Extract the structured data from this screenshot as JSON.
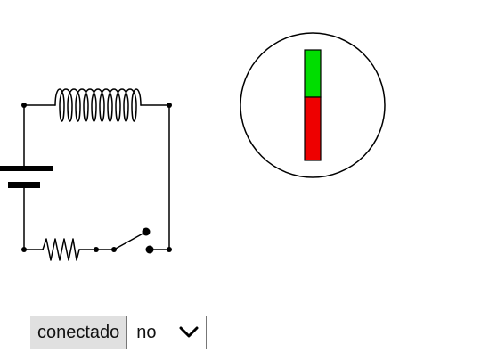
{
  "control": {
    "label": "conectado",
    "selected": "no",
    "options": [
      "no"
    ]
  },
  "icons": {
    "dropdown": "chevron-down-icon"
  },
  "colors": {
    "needle_north": "#00dd00",
    "needle_south": "#ee0000",
    "wire": "#000000",
    "label_background": "#e0e0e0"
  },
  "state": {
    "connected": false
  }
}
